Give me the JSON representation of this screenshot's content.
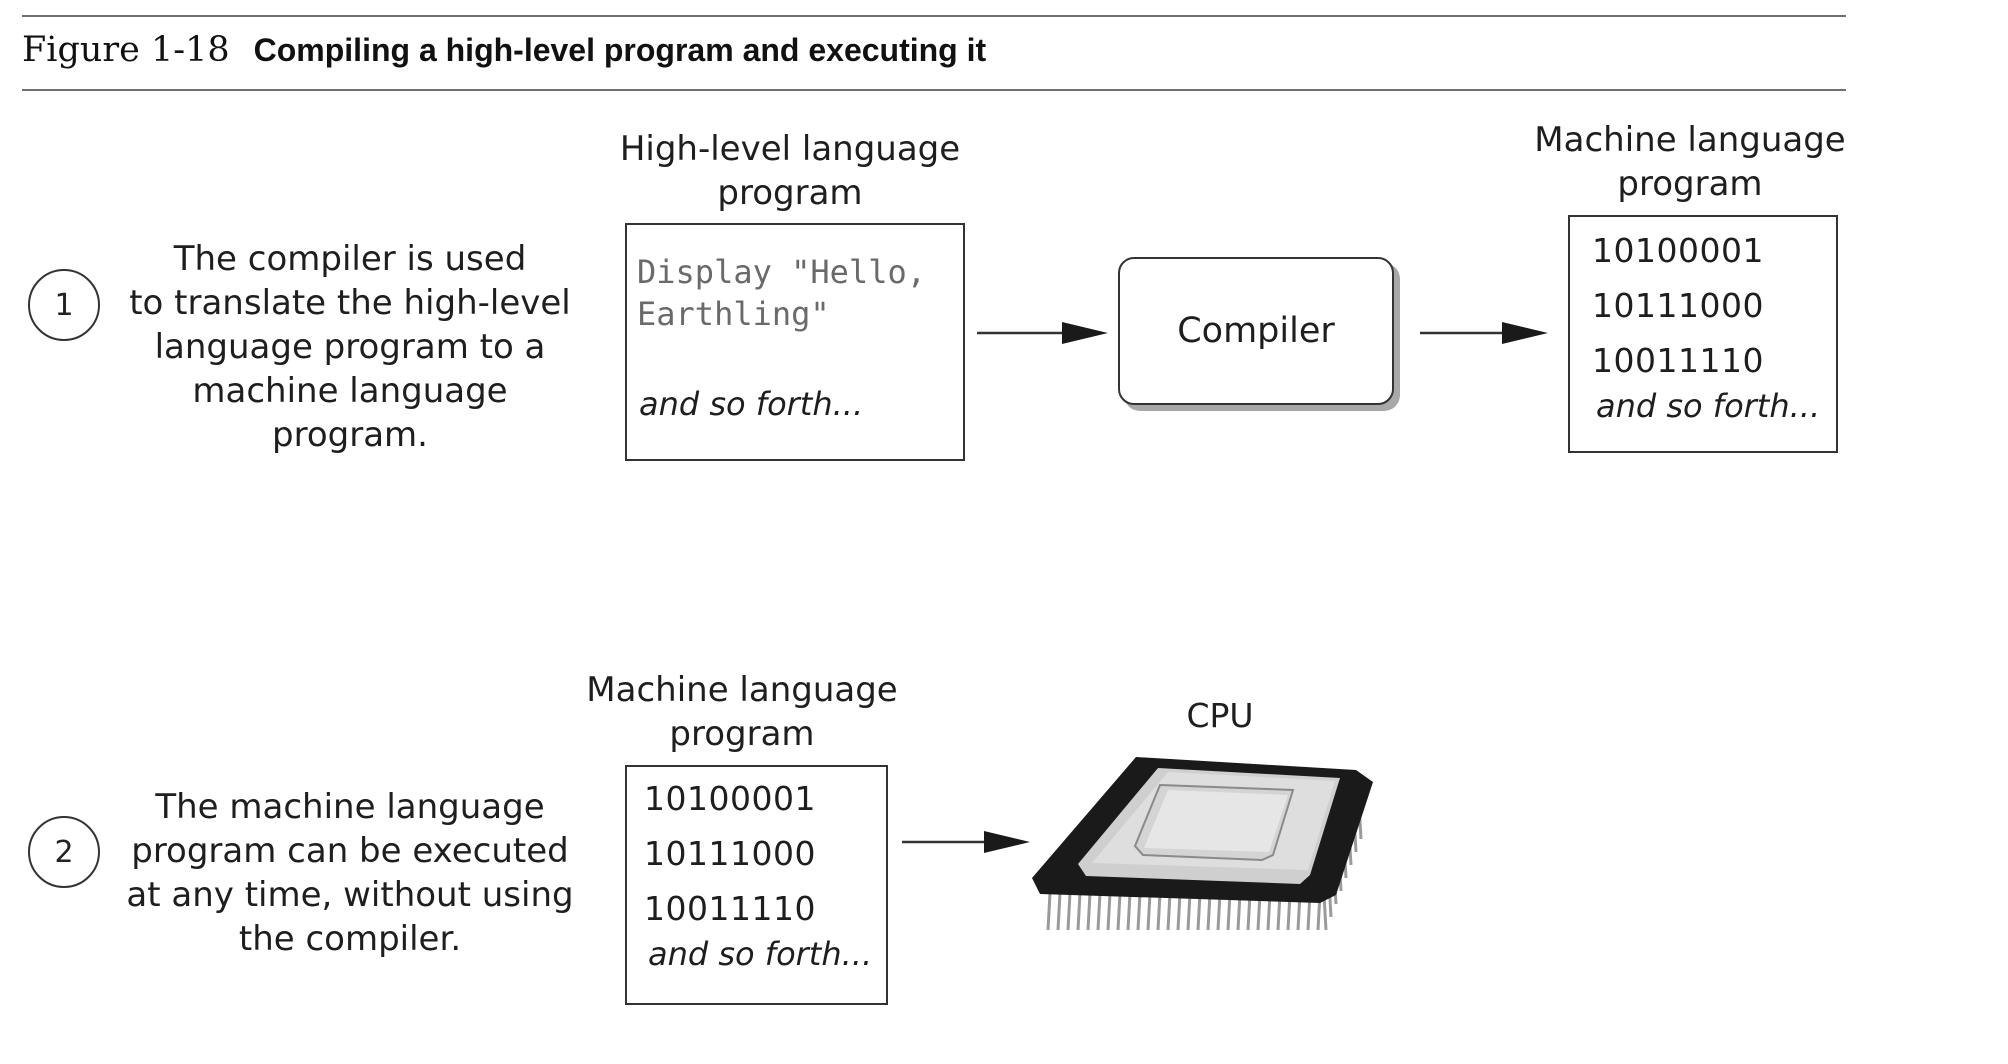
{
  "figure": {
    "number": "Figure 1-18",
    "title": "Compiling a high-level program and executing it"
  },
  "step1": {
    "number": "1",
    "description": [
      "The compiler is used",
      "to translate the high-level",
      "language program to a",
      "machine language program."
    ],
    "source_label": [
      "High-level language",
      "program"
    ],
    "source_code": [
      "Display \"Hello,",
      "Earthling\""
    ],
    "source_more": "and so forth...",
    "compiler_label": "Compiler",
    "output_label": [
      "Machine language",
      "program"
    ],
    "output_lines": [
      "10100001",
      "10111000",
      "10011110"
    ],
    "output_more": "and so forth..."
  },
  "step2": {
    "number": "2",
    "description": [
      "The machine language",
      "program can be executed",
      "at any time, without using",
      "the compiler."
    ],
    "program_label": [
      "Machine language",
      "program"
    ],
    "program_lines": [
      "10100001",
      "10111000",
      "10011110"
    ],
    "program_more": "and so forth...",
    "cpu_label": "CPU"
  },
  "colors": {
    "stroke": "#333333",
    "text": "#1e1e1e",
    "code_text": "#6a6a6a",
    "shadow": "#a8a8a8",
    "chip_body": "#1a1a1a",
    "chip_top": "#d8d8d8"
  },
  "icons": [
    "cpu-chip-icon",
    "right-arrow-icon"
  ]
}
